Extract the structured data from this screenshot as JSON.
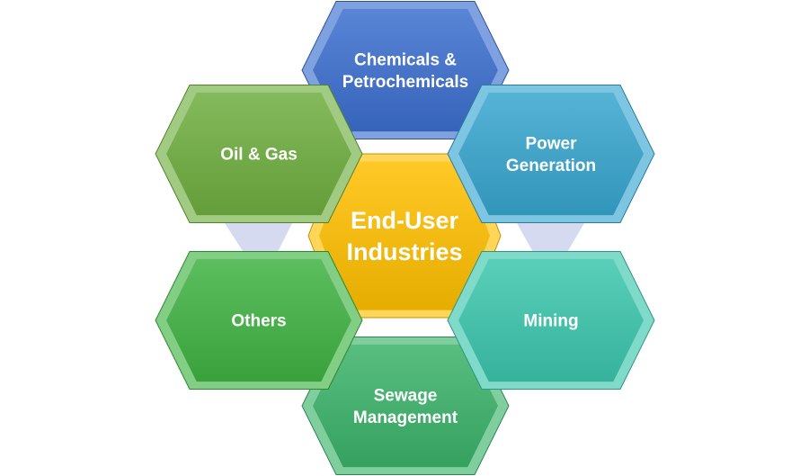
{
  "center": {
    "lines": [
      "End-User",
      "Industries"
    ],
    "color": "#ffc000"
  },
  "segments": [
    {
      "id": "chemicals",
      "lines": [
        "Chemicals &",
        "Petrochemicals"
      ],
      "color": "#3c6fcf"
    },
    {
      "id": "sewage",
      "lines": [
        "Sewage",
        "Management"
      ],
      "color": "#3bb36a"
    },
    {
      "id": "oil-gas",
      "lines": [
        "Oil & Gas"
      ],
      "color": "#6fae3f"
    },
    {
      "id": "power-generation",
      "lines": [
        "Power",
        "Generation"
      ],
      "color": "#37a6cf"
    },
    {
      "id": "others",
      "lines": [
        "Others"
      ],
      "color": "#3fb341"
    },
    {
      "id": "mining",
      "lines": [
        "Mining"
      ],
      "color": "#3cc6ad"
    }
  ],
  "connector_color": "#d6daf0"
}
